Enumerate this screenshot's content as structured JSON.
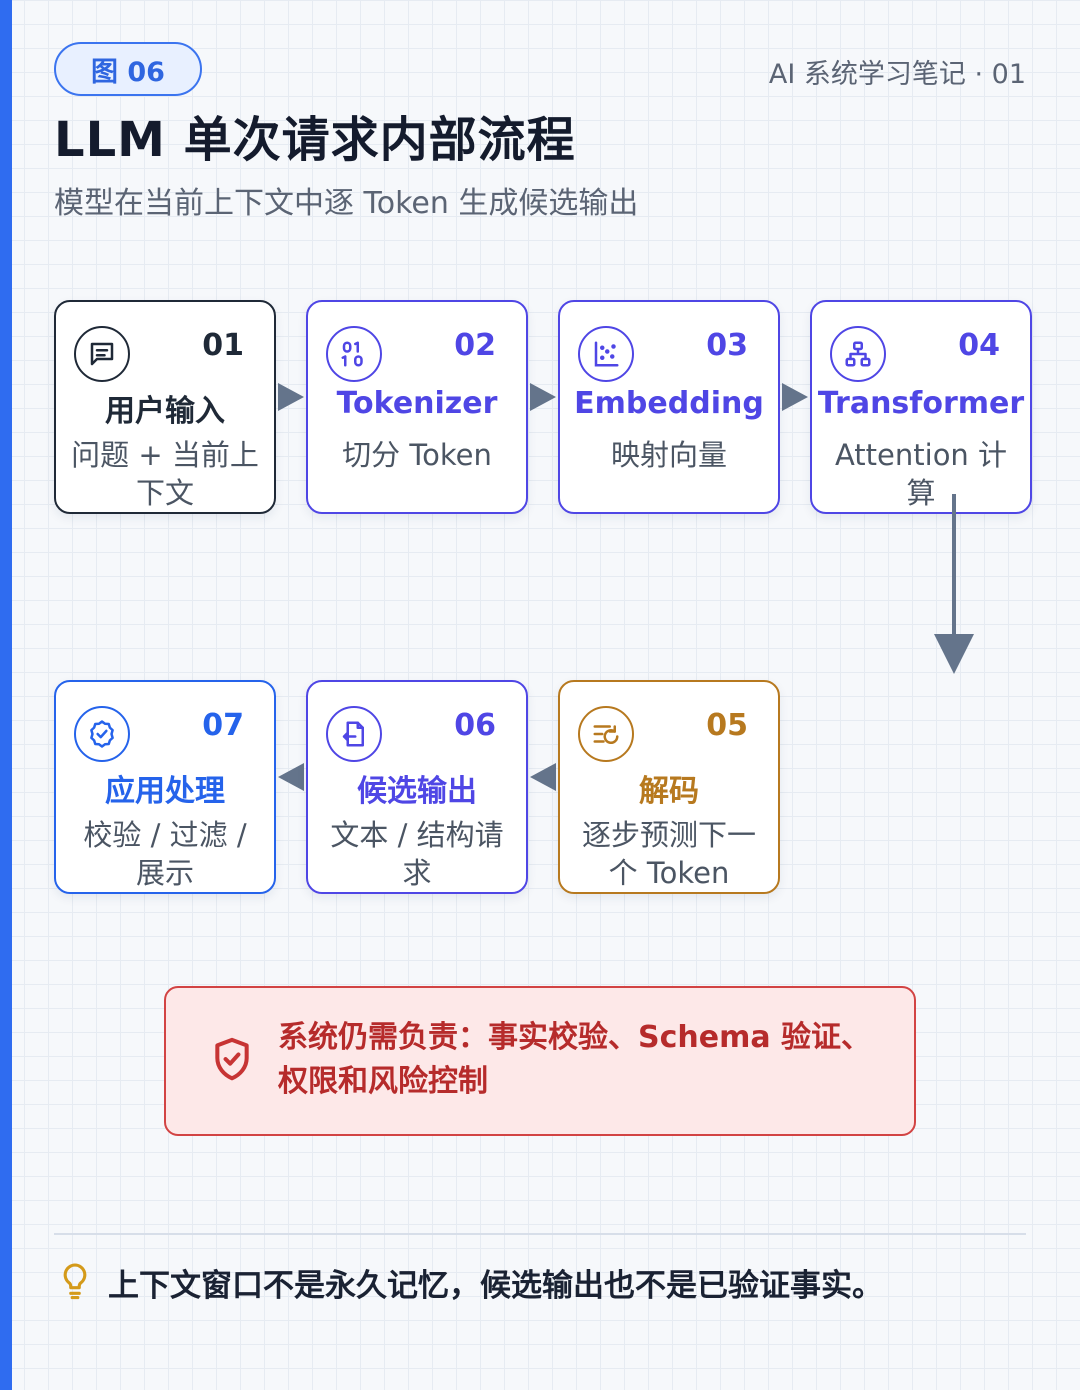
{
  "header": {
    "badge": "图 06",
    "series": "AI 系统学习笔记 · 01",
    "title": "LLM 单次请求内部流程",
    "subtitle": "模型在当前上下文中逐 Token 生成候选输出"
  },
  "steps": [
    {
      "num": "01",
      "name": "用户输入",
      "desc": "问题 + 当前上下文",
      "icon": "chat-icon",
      "color": "#1f2937"
    },
    {
      "num": "02",
      "name": "Tokenizer",
      "desc": "切分 Token",
      "icon": "binary-icon",
      "color": "#4f46e5"
    },
    {
      "num": "03",
      "name": "Embedding",
      "desc": "映射向量",
      "icon": "scatter-icon",
      "color": "#4f46e5"
    },
    {
      "num": "04",
      "name": "Transformer",
      "desc": "Attention 计算",
      "icon": "network-icon",
      "color": "#4f46e5"
    },
    {
      "num": "05",
      "name": "解码",
      "desc": "逐步预测下一个 Token",
      "icon": "list-refresh-icon",
      "color": "#b7791f"
    },
    {
      "num": "06",
      "name": "候选输出",
      "desc": "文本 / 结构请求",
      "icon": "file-output-icon",
      "color": "#4f46e5"
    },
    {
      "num": "07",
      "name": "应用处理",
      "desc": "校验 / 过滤 / 展示",
      "icon": "check-badge-icon",
      "color": "#2563eb"
    }
  ],
  "warning": {
    "text": "系统仍需负责：事实校验、Schema 验证、权限和风险控制",
    "icon": "shield-check-icon",
    "color": "#d24343"
  },
  "tip": {
    "text": "上下文窗口不是永久记忆，候选输出也不是已验证事实。",
    "icon": "lightbulb-icon",
    "color": "#d49a1a"
  }
}
